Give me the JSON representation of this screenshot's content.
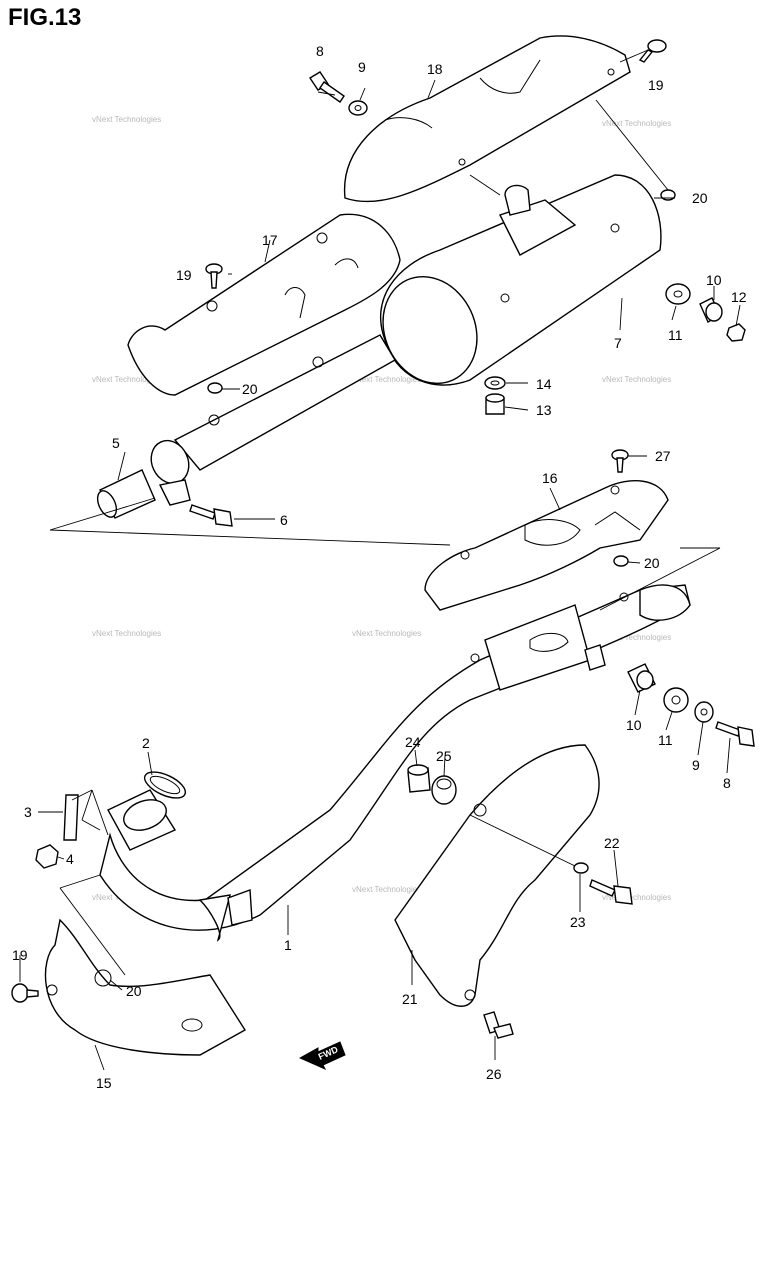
{
  "figure": {
    "title": "FIG.13"
  },
  "callouts": [
    "1",
    "2",
    "3",
    "4",
    "5",
    "6",
    "7",
    "8",
    "9",
    "10",
    "11",
    "12",
    "13",
    "14",
    "15",
    "16",
    "17",
    "18",
    "19",
    "20",
    "21",
    "22",
    "23",
    "24",
    "25",
    "26",
    "27"
  ],
  "watermark": "vNext Technologies",
  "fwd_label": "FWD"
}
